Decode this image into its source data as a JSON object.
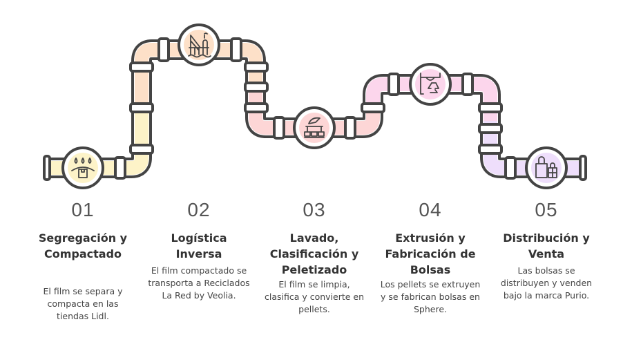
{
  "steps": [
    {
      "number": "01",
      "title": "Segregación y Compactado",
      "description": "El film se separa y compacta en las tiendas Lidl.",
      "icon": "rain-box-icon",
      "color": "#fdf3c8"
    },
    {
      "number": "02",
      "title": "Logística Inversa",
      "description": "El film compactado se transporta a Reciclados La Red by Veolia.",
      "icon": "offshore-crane-icon",
      "color": "#fde0c8"
    },
    {
      "number": "03",
      "title": "Lavado, Clasificación y Peletizado",
      "description": "El film se limpia, clasifica y convierte en pellets.",
      "icon": "sorting-machine-icon",
      "color": "#fdd6d6"
    },
    {
      "number": "04",
      "title": "Extrusión y Fabricación de Bolsas",
      "description": "Los pellets se extruyen y se fabrican bolsas en Sphere.",
      "icon": "recycled-bag-icon",
      "color": "#fcd6ec"
    },
    {
      "number": "05",
      "title": "Distribución y Venta",
      "description": "Las bolsas se distribuyen y venden bajo la marca Purio.",
      "icon": "shopping-bags-icon",
      "color": "#eedefb"
    }
  ]
}
